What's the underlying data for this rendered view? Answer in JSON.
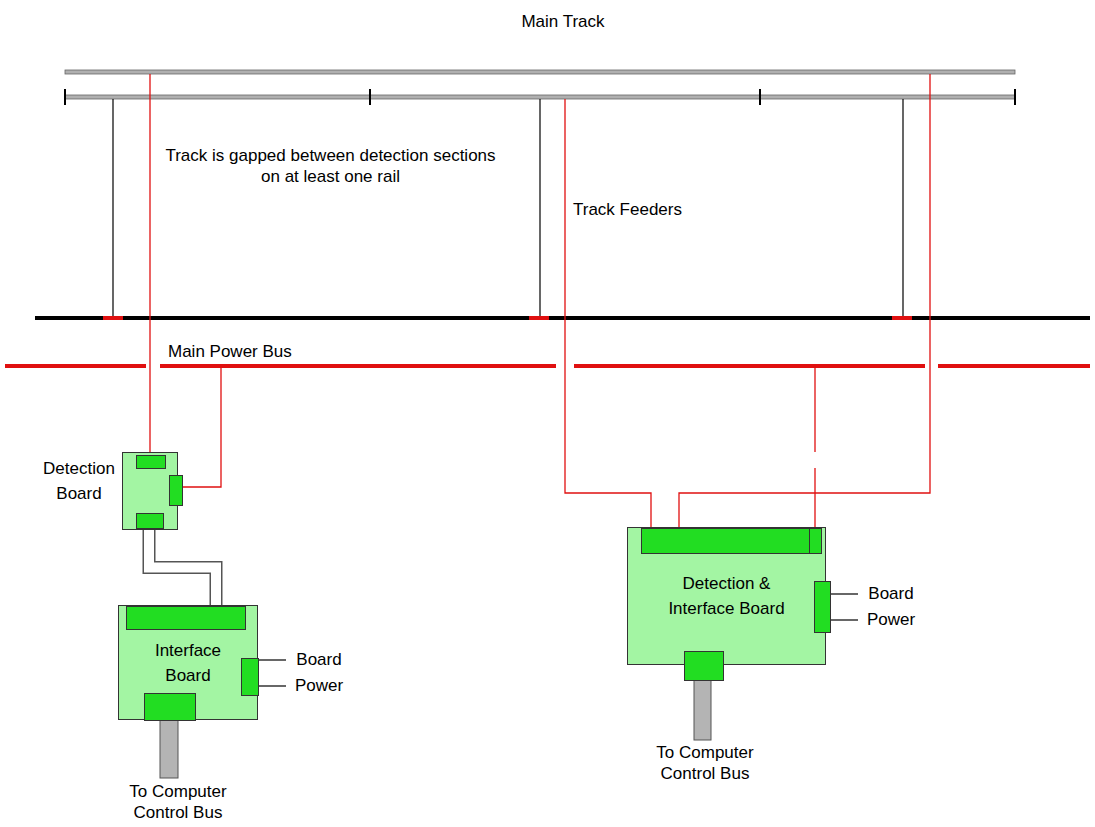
{
  "diagram": {
    "nodes": [
      {
        "text": [
          "Detection Board"
        ]
      },
      {
        "text": [
          "Interface Board"
        ]
      },
      {
        "text": [
          "Detection & Interface Board"
        ]
      }
    ],
    "edges": [
      {
        "from": 0,
        "to": 1,
        "arrow": "none"
      }
    ],
    "labels": [
      "Main Track",
      "Track is gapped between detection sections on at least one rail",
      "Track Feeders",
      "Main Power Bus",
      "Board Power",
      "Board Power",
      "To Computer Control Bus",
      "To Computer Control Bus"
    ]
  }
}
